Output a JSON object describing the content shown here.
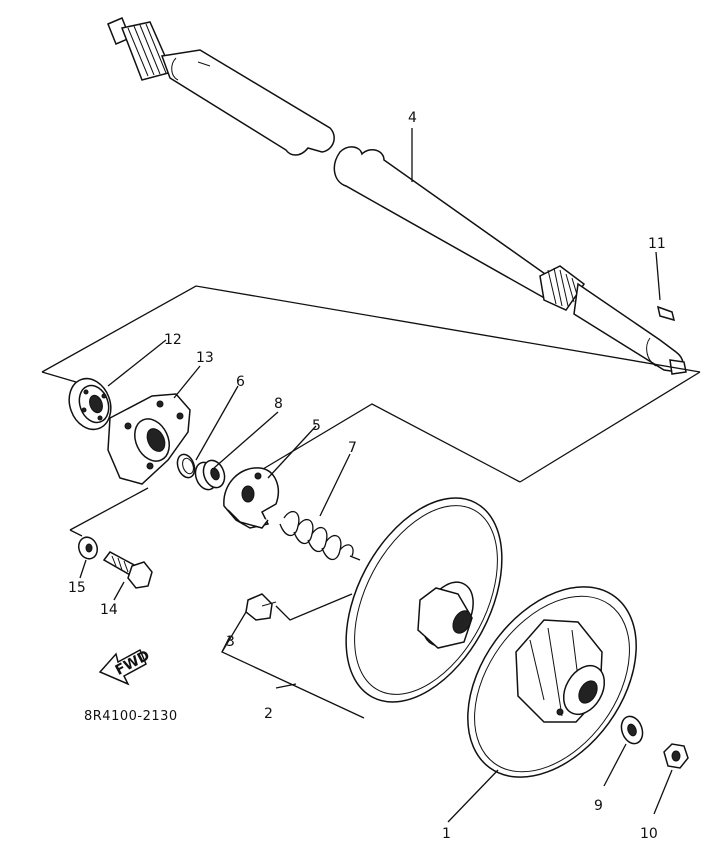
{
  "callouts": [
    {
      "id": "c1",
      "text": "1"
    },
    {
      "id": "c2",
      "text": "2"
    },
    {
      "id": "c3",
      "text": "3"
    },
    {
      "id": "c4",
      "text": "4"
    },
    {
      "id": "c5",
      "text": "5"
    },
    {
      "id": "c6",
      "text": "6"
    },
    {
      "id": "c7",
      "text": "7"
    },
    {
      "id": "c8",
      "text": "8"
    },
    {
      "id": "c9",
      "text": "9"
    },
    {
      "id": "c10",
      "text": "10"
    },
    {
      "id": "c11",
      "text": "11"
    },
    {
      "id": "c12",
      "text": "12"
    },
    {
      "id": "c13",
      "text": "13"
    },
    {
      "id": "c14",
      "text": "14"
    },
    {
      "id": "c15",
      "text": "15"
    }
  ],
  "direction_arrow": "FWD",
  "drawing_code": "8R4100-2130"
}
